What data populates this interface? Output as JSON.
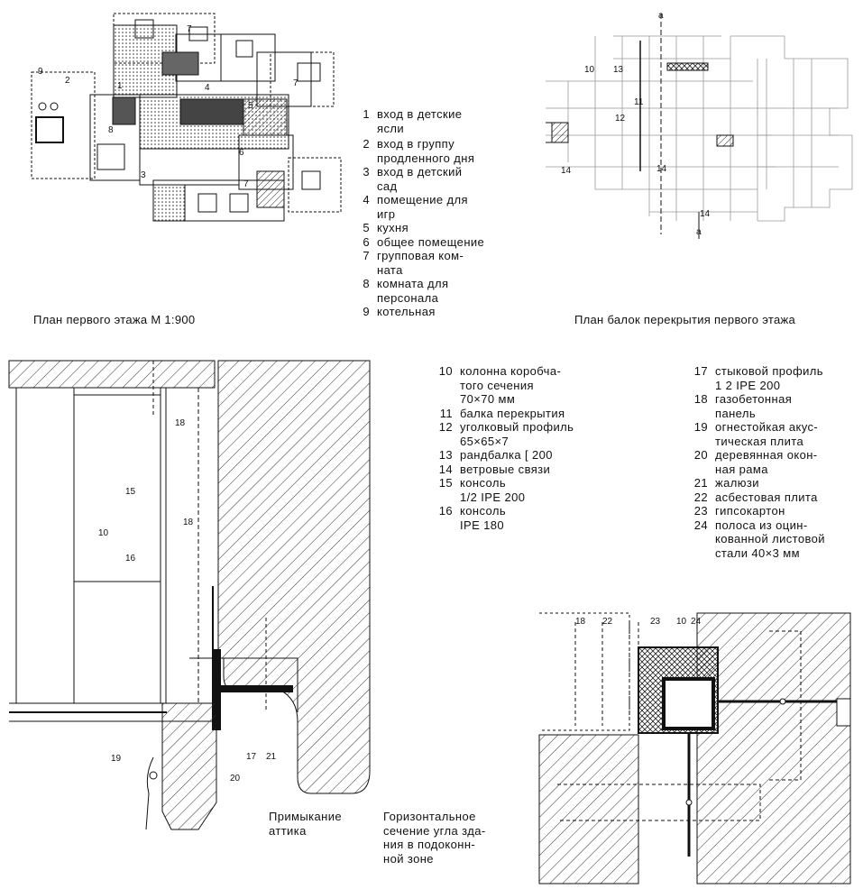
{
  "captions": {
    "plan_ground": "План первого этажа М 1:900",
    "plan_beams": "План балок перекрытия первого этажа",
    "attic": "Примыкание\nаттика",
    "horizontal": "Горизонтальное\nсечение угла зда-\nния в подоконн-\nной зоне"
  },
  "legend_rooms": [
    {
      "n": "1",
      "t": "вход в детские\nясли"
    },
    {
      "n": "2",
      "t": "вход в группу\nпродленного дня"
    },
    {
      "n": "3",
      "t": "вход в детский\nсад"
    },
    {
      "n": "4",
      "t": "помещение для\nигр"
    },
    {
      "n": "5",
      "t": "кухня"
    },
    {
      "n": "6",
      "t": "общее помещение"
    },
    {
      "n": "7",
      "t": "групповая ком-\nната"
    },
    {
      "n": "8",
      "t": "комната для\nперсонала"
    },
    {
      "n": "9",
      "t": "котельная"
    }
  ],
  "legend_parts_a": [
    {
      "n": "10",
      "t": "колонна коробча-\nтого сечения\n70×70 мм"
    },
    {
      "n": "11",
      "t": "балка перекрытия"
    },
    {
      "n": "12",
      "t": "уголковый профиль\n65×65×7"
    },
    {
      "n": "13",
      "t": "рандбалка [ 200"
    },
    {
      "n": "14",
      "t": "ветровые связи"
    },
    {
      "n": "15",
      "t": "консоль\n1/2 IPE 200"
    },
    {
      "n": "16",
      "t": "консоль\nIPE 180"
    }
  ],
  "legend_parts_b": [
    {
      "n": "17",
      "t": "стыковой профиль\n1 2 IPE 200"
    },
    {
      "n": "18",
      "t": "газобетонная\nпанель"
    },
    {
      "n": "19",
      "t": "огнестойкая акус-\nтическая плита"
    },
    {
      "n": "20",
      "t": "деревянная окон-\nная рама"
    },
    {
      "n": "21",
      "t": "жалюзи"
    },
    {
      "n": "22",
      "t": "асбестовая плита"
    },
    {
      "n": "23",
      "t": "гипсокартон"
    },
    {
      "n": "24",
      "t": "полоса из оцин-\nкованной листовой\nстали 40×3 мм"
    }
  ],
  "plan_labels": {
    "l1": "1",
    "l2": "2",
    "l3": "3",
    "l4": "4",
    "l5": "5",
    "l6": "6",
    "l7a": "7",
    "l7b": "7",
    "l7c": "7",
    "l8": "8",
    "l9": "9"
  },
  "beam_labels": {
    "b10": "10",
    "b13": "13",
    "b11": "11",
    "b12": "12",
    "b14a": "14",
    "b14b": "14",
    "b14c": "14",
    "ba": "a",
    "bb": "a"
  },
  "attic_labels": {
    "a18a": "18",
    "a15": "15",
    "a10": "10",
    "a18b": "18",
    "a16": "16",
    "a19": "19",
    "a17": "17",
    "a21": "21",
    "a20": "20"
  },
  "corner_labels": {
    "c18": "18",
    "c22": "22",
    "c23": "23",
    "c10": "10",
    "c24": "24"
  }
}
